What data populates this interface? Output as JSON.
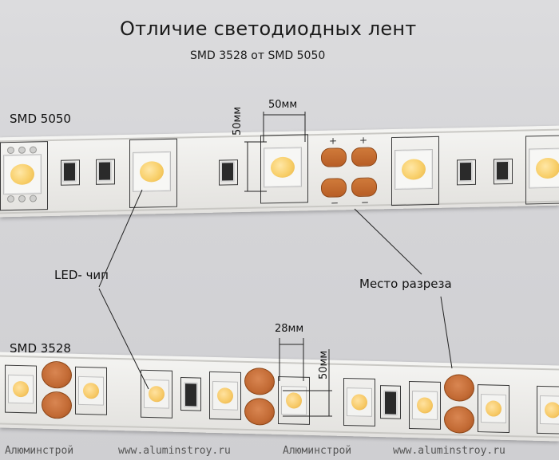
{
  "title": "Отличие светодиодных лент",
  "subtitle": "SMD 3528 от SMD 5050",
  "labels": {
    "smd5050": "SMD 5050",
    "smd3528": "SMD 3528",
    "led_chip": "LED- чип",
    "cut_place": "Место разреза"
  },
  "dimensions": {
    "w5050": "50мм",
    "h5050": "50мм",
    "w3528": "28мм",
    "h3528": "50мм"
  },
  "watermark": [
    "Алюминстрой",
    "www.aluminstroy.ru",
    "Алюминстрой",
    "www.aluminstroy.ru"
  ],
  "colors": {
    "led_yellow": "#f8cf6a",
    "copper": "#c26a34",
    "strip": "#efeeeb"
  }
}
